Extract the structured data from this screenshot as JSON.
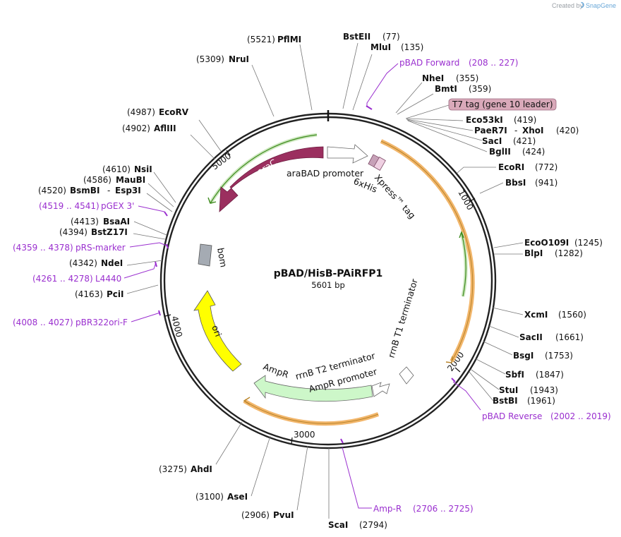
{
  "app": {
    "created_by": "Created by",
    "brand": "SnapGene"
  },
  "map": {
    "name": "pBAD/HisB-PAiRFP1",
    "length": "5601 bp"
  },
  "ticks": [
    "1000",
    "2000",
    "3000",
    "4000",
    "5000"
  ],
  "sites": [
    {
      "pos": "(5521)",
      "name": "PflMI"
    },
    {
      "pos": "(77)",
      "name": "BstEII"
    },
    {
      "pos": "(135)",
      "name": "MluI"
    },
    {
      "pos": "(5309)",
      "name": "NruI"
    },
    {
      "pos": "(355)",
      "name": "NheI"
    },
    {
      "pos": "(359)",
      "name": "BmtI"
    },
    {
      "pos": "(4987)",
      "name": "EcoRV"
    },
    {
      "pos": "(4902)",
      "name": "AflIII"
    },
    {
      "pos": "(419)",
      "name": "Eco53kI"
    },
    {
      "pos": "(420)",
      "name": "PaeR7I",
      "name2": "XhoI"
    },
    {
      "pos": "(421)",
      "name": "SacI"
    },
    {
      "pos": "(424)",
      "name": "BglII"
    },
    {
      "pos": "(772)",
      "name": "EcoRI"
    },
    {
      "pos": "(941)",
      "name": "BbsI"
    },
    {
      "pos": "(4610)",
      "name": "NsiI"
    },
    {
      "pos": "(4586)",
      "name": "MauBI"
    },
    {
      "pos": "(4520)",
      "name": "BsmBI",
      "name2": "Esp3I"
    },
    {
      "pos": "(4413)",
      "name": "BsaAI"
    },
    {
      "pos": "(4394)",
      "name": "BstZ17I"
    },
    {
      "pos": "(4342)",
      "name": "NdeI"
    },
    {
      "pos": "(4163)",
      "name": "PciI"
    },
    {
      "pos": "(1245)",
      "name": "EcoO109I"
    },
    {
      "pos": "(1282)",
      "name": "BlpI"
    },
    {
      "pos": "(1560)",
      "name": "XcmI"
    },
    {
      "pos": "(1661)",
      "name": "SacII"
    },
    {
      "pos": "(1753)",
      "name": "BsgI"
    },
    {
      "pos": "(1847)",
      "name": "SbfI"
    },
    {
      "pos": "(1943)",
      "name": "StuI"
    },
    {
      "pos": "(1961)",
      "name": "BstBI"
    },
    {
      "pos": "(3275)",
      "name": "AhdI"
    },
    {
      "pos": "(3100)",
      "name": "AseI"
    },
    {
      "pos": "(2906)",
      "name": "PvuI"
    },
    {
      "pos": "(2794)",
      "name": "ScaI"
    }
  ],
  "primers": [
    {
      "name": "pBAD Forward",
      "range": "(208 .. 227)"
    },
    {
      "name": "pGEX 3'",
      "range": "(4519 .. 4541)"
    },
    {
      "name": "pRS-marker",
      "range": "(4359 .. 4378)"
    },
    {
      "name": "L4440",
      "range": "(4261 .. 4278)"
    },
    {
      "name": "pBR322ori-F",
      "range": "(4008 .. 4027)"
    },
    {
      "name": "pBAD Reverse",
      "range": "(2002 .. 2019)"
    },
    {
      "name": "Amp-R",
      "range": "(2706 .. 2725)"
    }
  ],
  "features": {
    "t7tag": "T7 tag (gene 10 leader)",
    "arac": "araC",
    "arabad_promoter": "araBAD promoter",
    "his6": "6xHis",
    "xpress": "Xpress™ tag",
    "bom": "bom",
    "ori": "ori",
    "rrnb_t1": "rrnB T1 terminator",
    "rrnb_t2": "rrnB T2 terminator",
    "ampr_promoter": "AmpR promoter",
    "ampr": "AmpR"
  },
  "colors": {
    "backbone": "#222222",
    "arac": "#9b2f5f",
    "ori": "#ffff00",
    "ampr": "#cdf7c9",
    "orf_orange": "#f2b66b",
    "orf_green": "#57a62f",
    "primer": "#9a2fcf",
    "bom": "#a5abb3",
    "t7tag_fill": "#d9a9b9"
  }
}
